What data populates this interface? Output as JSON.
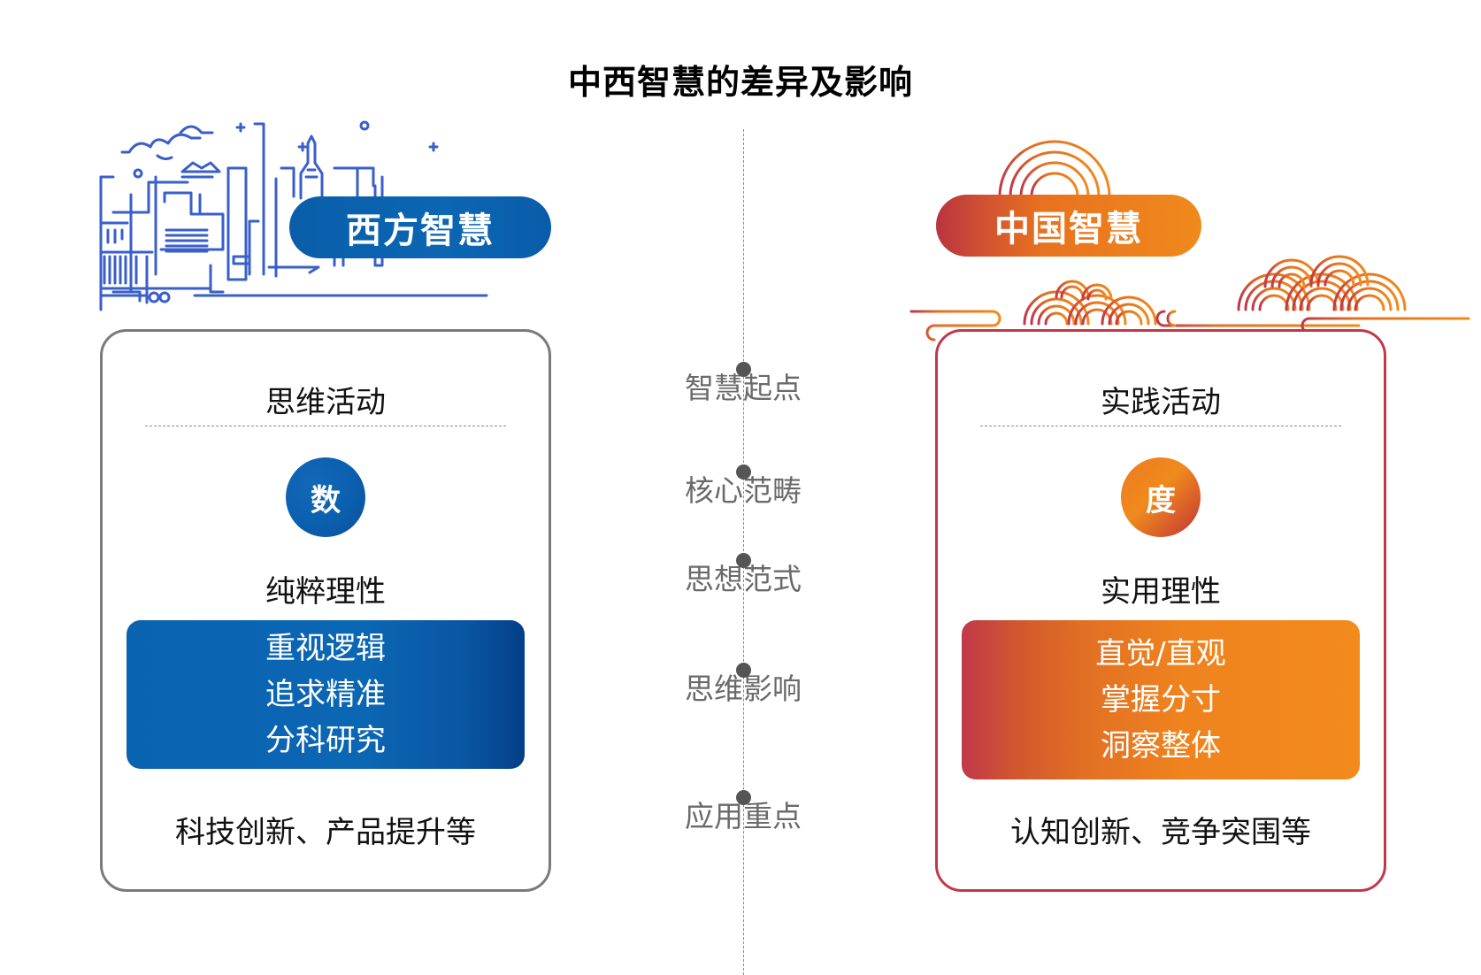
{
  "title": "中西智慧的差异及影响",
  "colors": {
    "west_primary": "#0b66b3",
    "west_line": "#3a5fc8",
    "east_primary": "#f08a1c",
    "east_secondary": "#c0384a",
    "axis_gray": "#555555"
  },
  "west": {
    "badge": "西方智慧",
    "illustration": "city-skyline-icon",
    "origin": "思维活动",
    "core_char": "数",
    "paradigm": "纯粹理性",
    "traits": [
      "重视逻辑",
      "追求精准",
      "分科研究"
    ],
    "application": "科技创新、产品提升等"
  },
  "east": {
    "badge": "中国智慧",
    "illustration": "auspicious-cloud-icon",
    "origin": "实践活动",
    "core_char": "度",
    "paradigm": "实用理性",
    "traits": [
      "直觉/直观",
      "掌握分寸",
      "洞察整体"
    ],
    "application": "认知创新、竞争突围等"
  },
  "axis": {
    "items": [
      {
        "label": "智慧起点"
      },
      {
        "label": "核心范畴"
      },
      {
        "label": "思想范式"
      },
      {
        "label": "思维影响"
      },
      {
        "label": "应用重点"
      }
    ]
  }
}
